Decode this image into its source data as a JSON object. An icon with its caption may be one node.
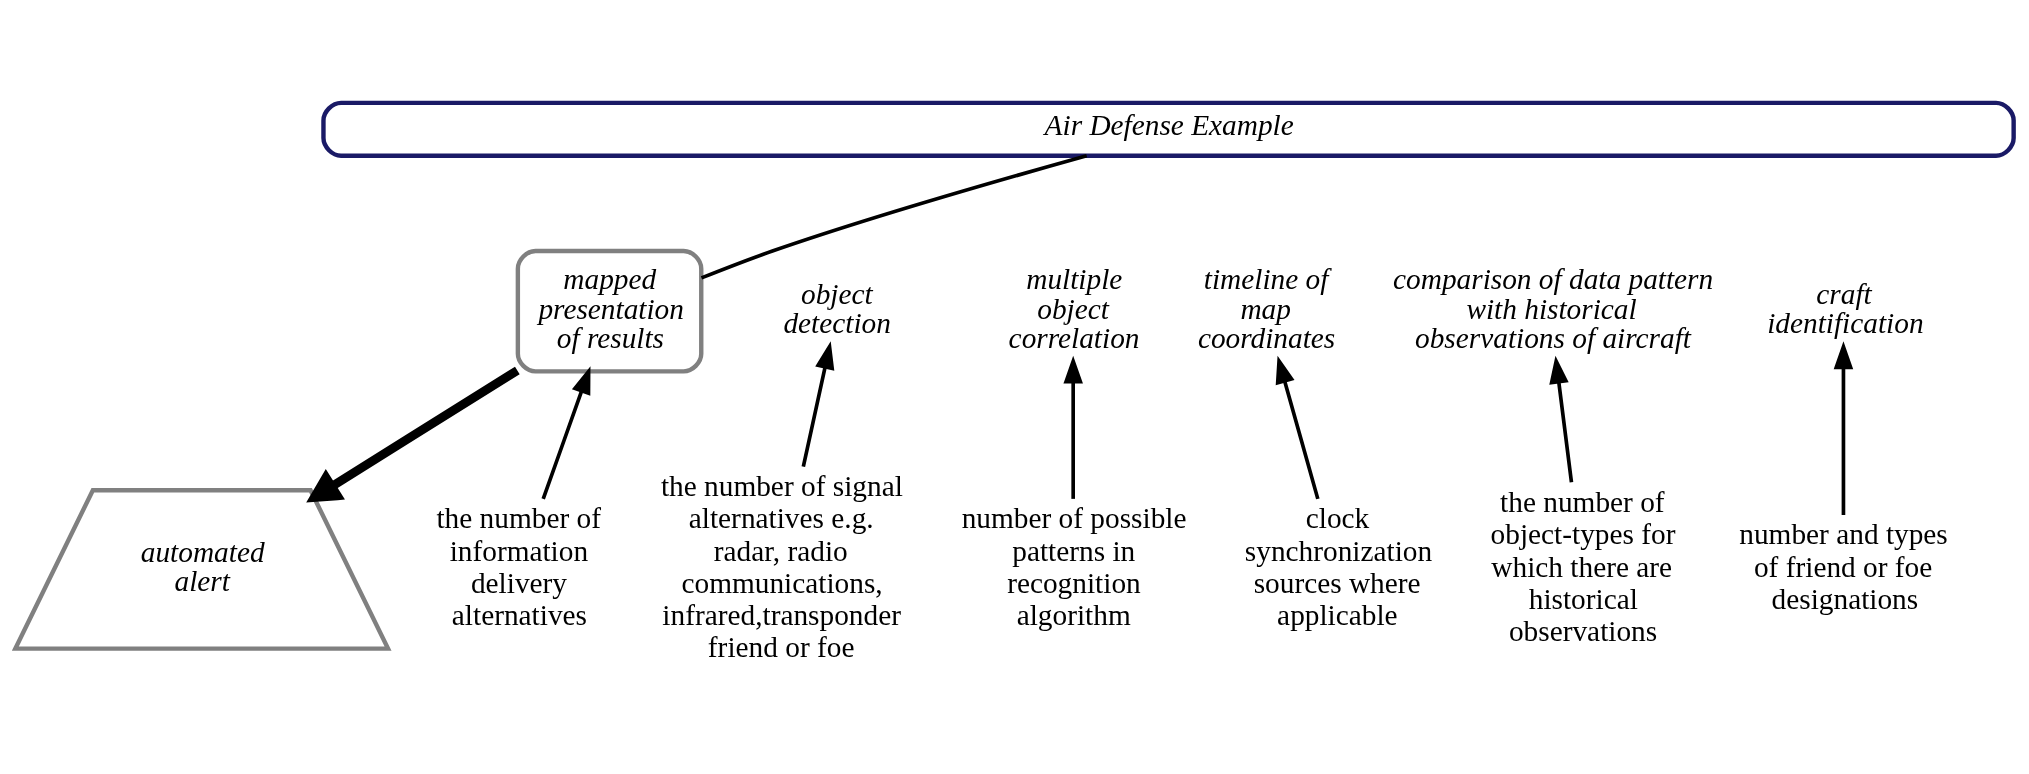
{
  "diagram": {
    "nodes": [
      {
        "text": [
          "Air Defense Example"
        ]
      },
      {
        "text": [
          "object detection"
        ]
      },
      {
        "text": [
          "multiple object correlation"
        ]
      },
      {
        "text": [
          "timeline of map coordinates"
        ]
      },
      {
        "text": [
          "comparison of data pattern with historical observations of aircraft"
        ]
      },
      {
        "text": [
          "craft identification"
        ]
      },
      {
        "text": [
          "mapped presentation of results"
        ]
      },
      {
        "text": [
          "the number of signal alternatives e.g. radar, radio communications, infrared,transponder friend or foe"
        ]
      },
      {
        "text": [
          "number of possible patterns in recognition algorithm"
        ]
      },
      {
        "text": [
          "clock synchronization sources where applicable"
        ]
      },
      {
        "text": [
          "the number of object-types for which there are historical observations"
        ]
      },
      {
        "text": [
          "number and types of friend or foe designations"
        ]
      },
      {
        "text": [
          "automated alert"
        ]
      },
      {
        "text": [
          "the number of information delivery alternatives"
        ]
      }
    ],
    "edges": [
      {
        "from": 7,
        "to": 1,
        "arrow": "to"
      },
      {
        "from": 8,
        "to": 2,
        "arrow": "to"
      },
      {
        "from": 9,
        "to": 3,
        "arrow": "to"
      },
      {
        "from": 10,
        "to": 4,
        "arrow": "to"
      },
      {
        "from": 11,
        "to": 5,
        "arrow": "to"
      },
      {
        "from": 0,
        "to": 6,
        "arrow": "none"
      },
      {
        "from": 6,
        "to": 12,
        "arrow": "to",
        "style": "thick"
      },
      {
        "from": 13,
        "to": 6,
        "arrow": "to"
      }
    ]
  }
}
